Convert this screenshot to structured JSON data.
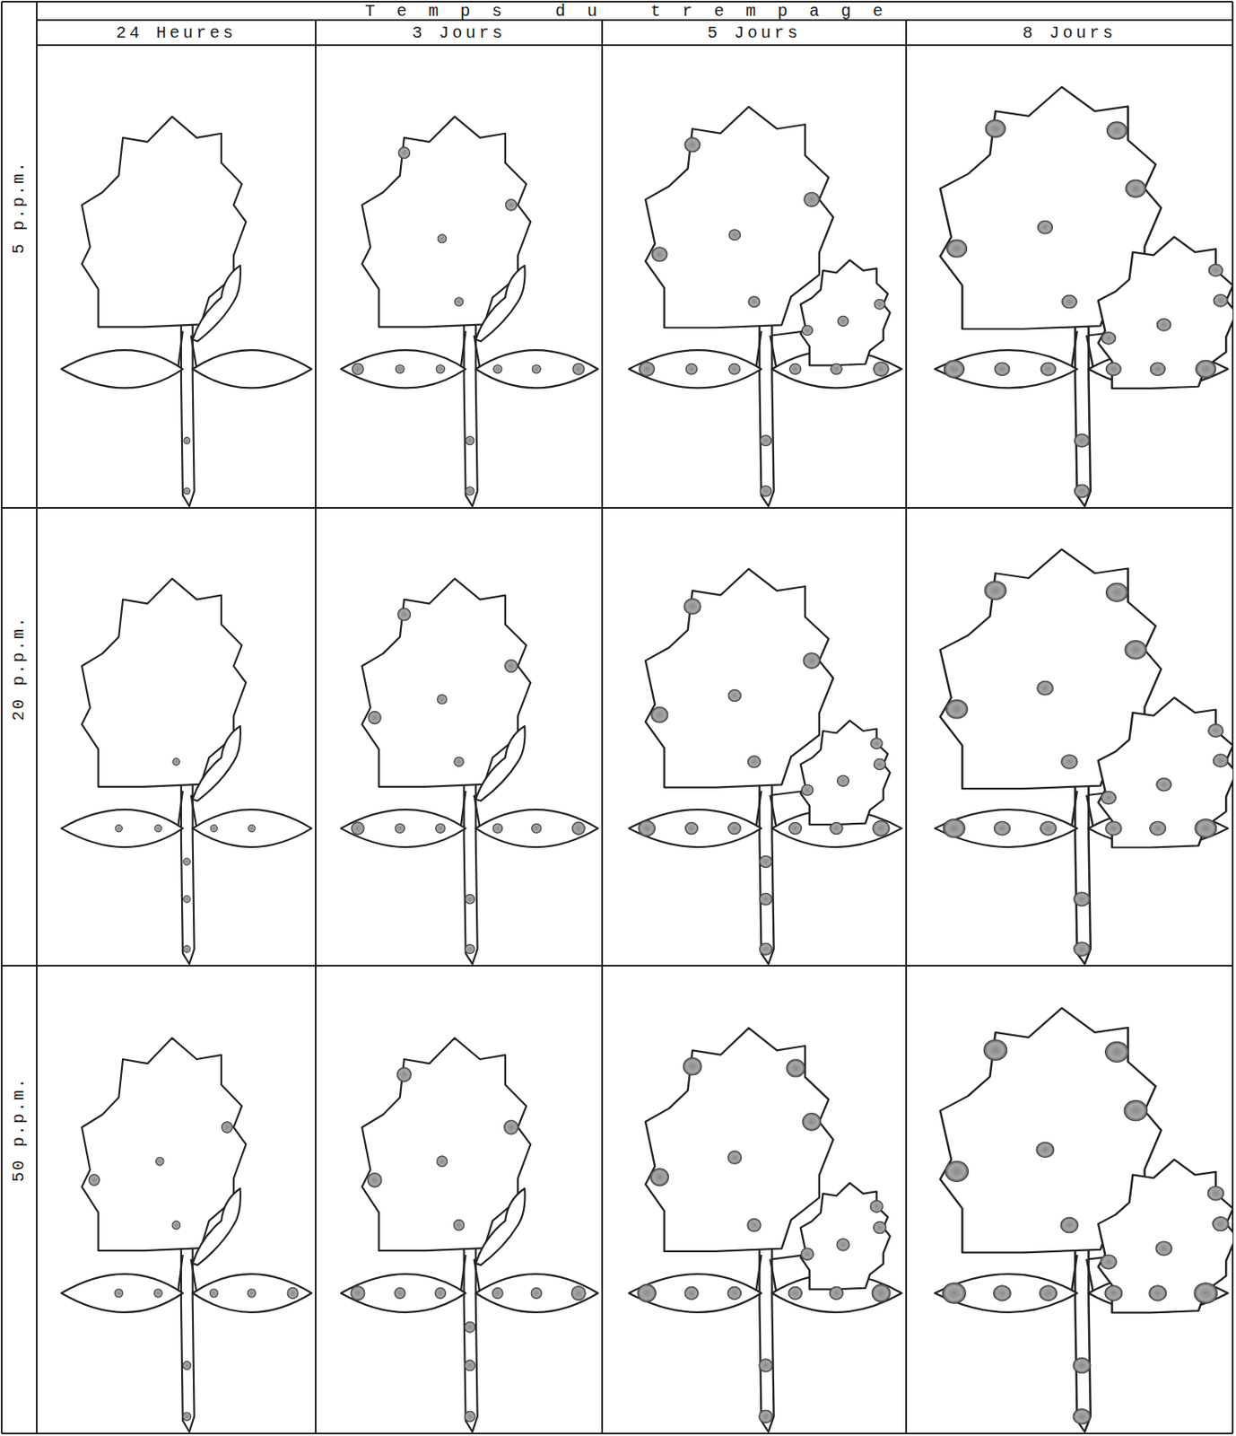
{
  "diagram": {
    "labels": [
      "Temps du trempage",
      "24 Heures",
      "3 Jours",
      "5 Jours",
      "8 Jours",
      "5 p.p.m.",
      "20 p.p.m.",
      "50 p.p.m."
    ]
  }
}
